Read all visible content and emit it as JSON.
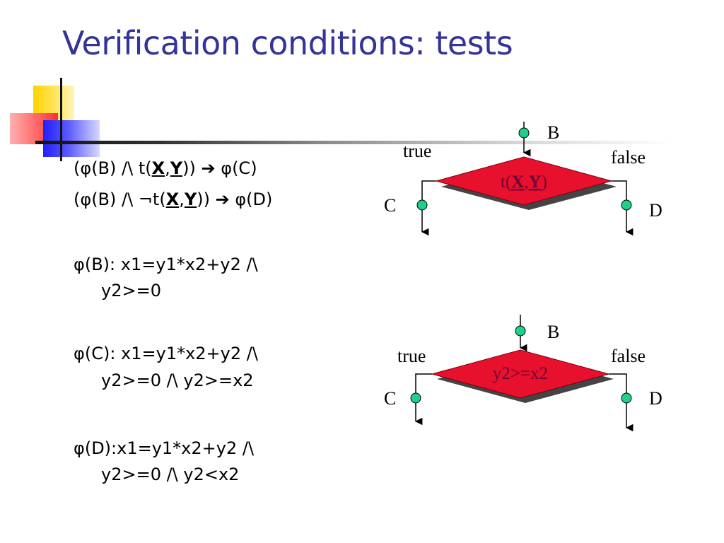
{
  "slide": {
    "title": "Verification conditions: tests"
  },
  "conditions": {
    "line1": {
      "prefix": "(φ(B) /\\ t(",
      "x": "X",
      "comma": ",",
      "y": "Y",
      "suffix": "))  ➔  φ(C)"
    },
    "line2": {
      "prefix": "(φ(B) /\\ ¬t(",
      "x": "X",
      "comma": ",",
      "y": "Y",
      "suffix": "))  ➔  φ(D)"
    },
    "phiB": {
      "line1": "φ(B): x1=y1*x2+y2 /\\",
      "line2": "y2>=0"
    },
    "phiC": {
      "line1": "φ(C): x1=y1*x2+y2 /\\",
      "line2": "y2>=0 /\\ y2>=x2"
    },
    "phiD": {
      "line1": "φ(D):x1=y1*x2+y2 /\\",
      "line2": "y2>=0 /\\ y2<x2"
    }
  },
  "diagram1": {
    "entry": "B",
    "true_label": "true",
    "false_label": "false",
    "exit_true": "C",
    "exit_false": "D",
    "cond_prefix": "t(",
    "cond_x": "X",
    "cond_comma": ",",
    "cond_y": "Y",
    "cond_suffix": ")"
  },
  "diagram2": {
    "entry": "B",
    "true_label": "true",
    "false_label": "false",
    "exit_true": "C",
    "exit_false": "D",
    "condition": "y2>=x2"
  },
  "colors": {
    "title": "#333399",
    "diamond": "#e8112d",
    "node": "#1fcf8a",
    "condition_text": "#6a0033"
  }
}
